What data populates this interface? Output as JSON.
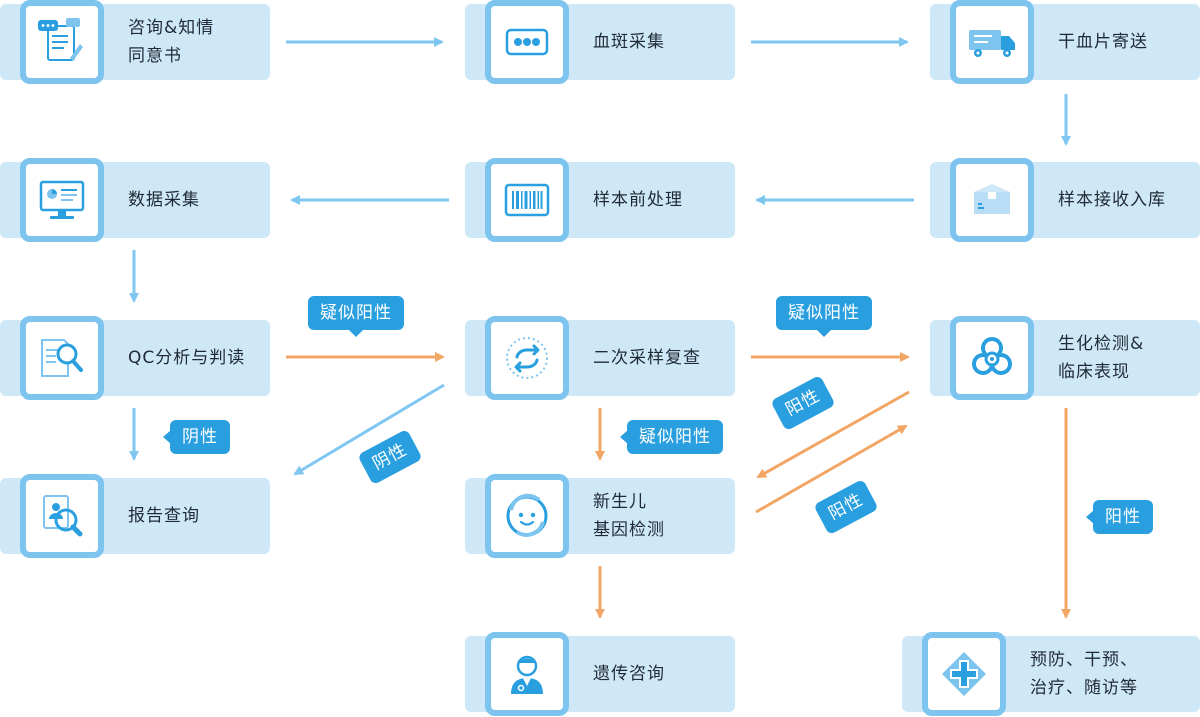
{
  "nodes": {
    "consent": {
      "line1": "咨询&知情",
      "line2": "同意书"
    },
    "blood_spot": {
      "line1": "血斑采集"
    },
    "shipping": {
      "line1": "干血片寄送"
    },
    "data_collection": {
      "line1": "数据采集"
    },
    "preprocess": {
      "line1": "样本前处理"
    },
    "receive": {
      "line1": "样本接收入库"
    },
    "qc": {
      "line1": "QC分析与判读"
    },
    "resample": {
      "line1": "二次采样复查"
    },
    "biochem": {
      "line1": "生化检测&",
      "line2": "临床表现"
    },
    "report": {
      "line1": "报告查询"
    },
    "newborn_gene": {
      "line1": "新生儿",
      "line2": "基因检测"
    },
    "counseling": {
      "line1": "遗传咨询"
    },
    "prevention": {
      "line1": "预防、干预、",
      "line2": "治疗、随访等"
    }
  },
  "badges": {
    "suspect_1": "疑似阳性",
    "suspect_2": "疑似阳性",
    "suspect_3": "疑似阳性",
    "negative_1": "阴性",
    "negative_2": "阴性",
    "positive_1": "阳性",
    "positive_2": "阳性",
    "positive_3": "阳性"
  },
  "colors": {
    "node_bg": "#cfe8f8",
    "icon_border": "#7dc4ef",
    "blue_arrow": "#7fc6f0",
    "orange_arrow": "#f2a665",
    "badge": "#2a9fe0"
  }
}
